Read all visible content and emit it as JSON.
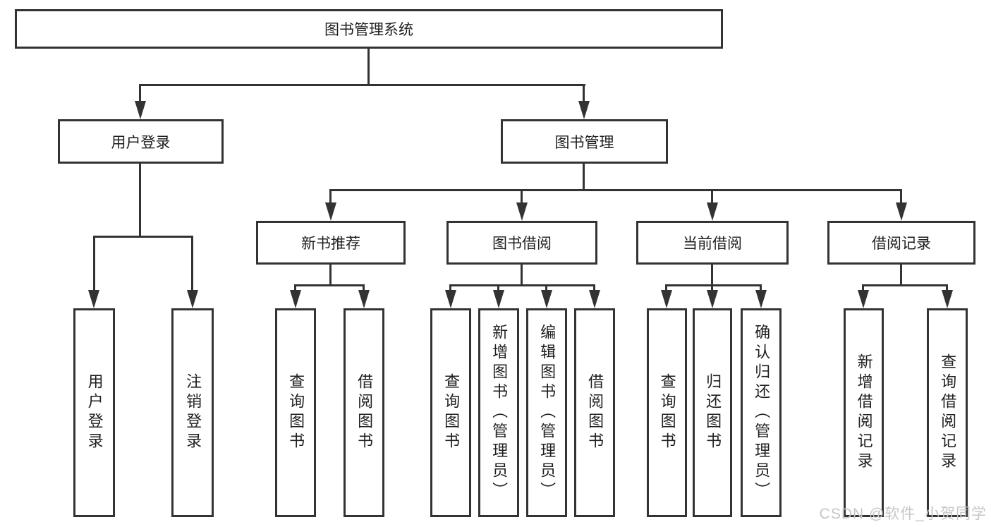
{
  "colors": {
    "line": "#333333",
    "text": "#1f1f1f",
    "box_fill": "#ffffff",
    "watermark_color": "#c6c6c6"
  },
  "diagram": {
    "root": "图书管理系统",
    "level2": {
      "user_login": "用户登录",
      "book_management": "图书管理"
    },
    "level3": {
      "new_book_recommend": "新书推荐",
      "book_borrowing": "图书借阅",
      "current_borrowing": "当前借阅",
      "borrow_records": "借阅记录"
    },
    "leaves": {
      "user_login": "用户登录",
      "logout": "注销登录",
      "recommend_query_books": "查询图书",
      "recommend_borrow_books": "借阅图书",
      "borrowing_query_books": "查询图书",
      "borrowing_add_books_admin": "新增图书（管理员）",
      "borrowing_edit_books_admin": "编辑图书（管理员）",
      "borrowing_borrow_books": "借阅图书",
      "current_query_books": "查询图书",
      "current_return_books": "归还图书",
      "current_confirm_return_admin": "确认归还（管理员）",
      "records_add_record": "新增借阅记录",
      "records_query_record": "查询借阅记录"
    }
  },
  "watermark": "CSDN @软件_小贺同学"
}
